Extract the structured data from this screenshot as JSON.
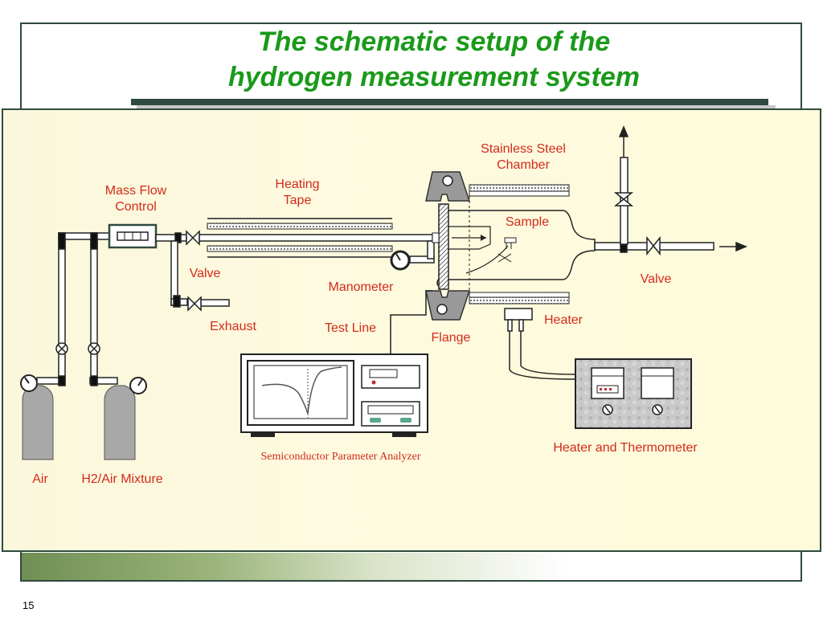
{
  "slide": {
    "title_line1": "The schematic setup of the",
    "title_line2": "hydrogen measurement system",
    "page_number": "15"
  },
  "labels": {
    "stainless_steel_chamber": "Stainless Steel\nChamber",
    "heating_tape": "Heating\nTape",
    "mass_flow_control": "Mass Flow\nControl",
    "sample": "Sample",
    "valve_left": "Valve",
    "valve_right": "Valve",
    "manometer": "Manometer",
    "exhaust": "Exhaust",
    "test_line": "Test Line",
    "flange": "Flange",
    "heater": "Heater",
    "heater_and_thermometer": "Heater and Thermometer",
    "semiconductor_parameter_analyzer": "Semiconductor Parameter Analyzer",
    "air": "Air",
    "h2_air_mixture": "H2/Air Mixture"
  },
  "colors": {
    "title": "#1a9a1a",
    "labels": "#d42a1a",
    "frame": "#2f4a3e",
    "panel": "#fdfadf"
  }
}
